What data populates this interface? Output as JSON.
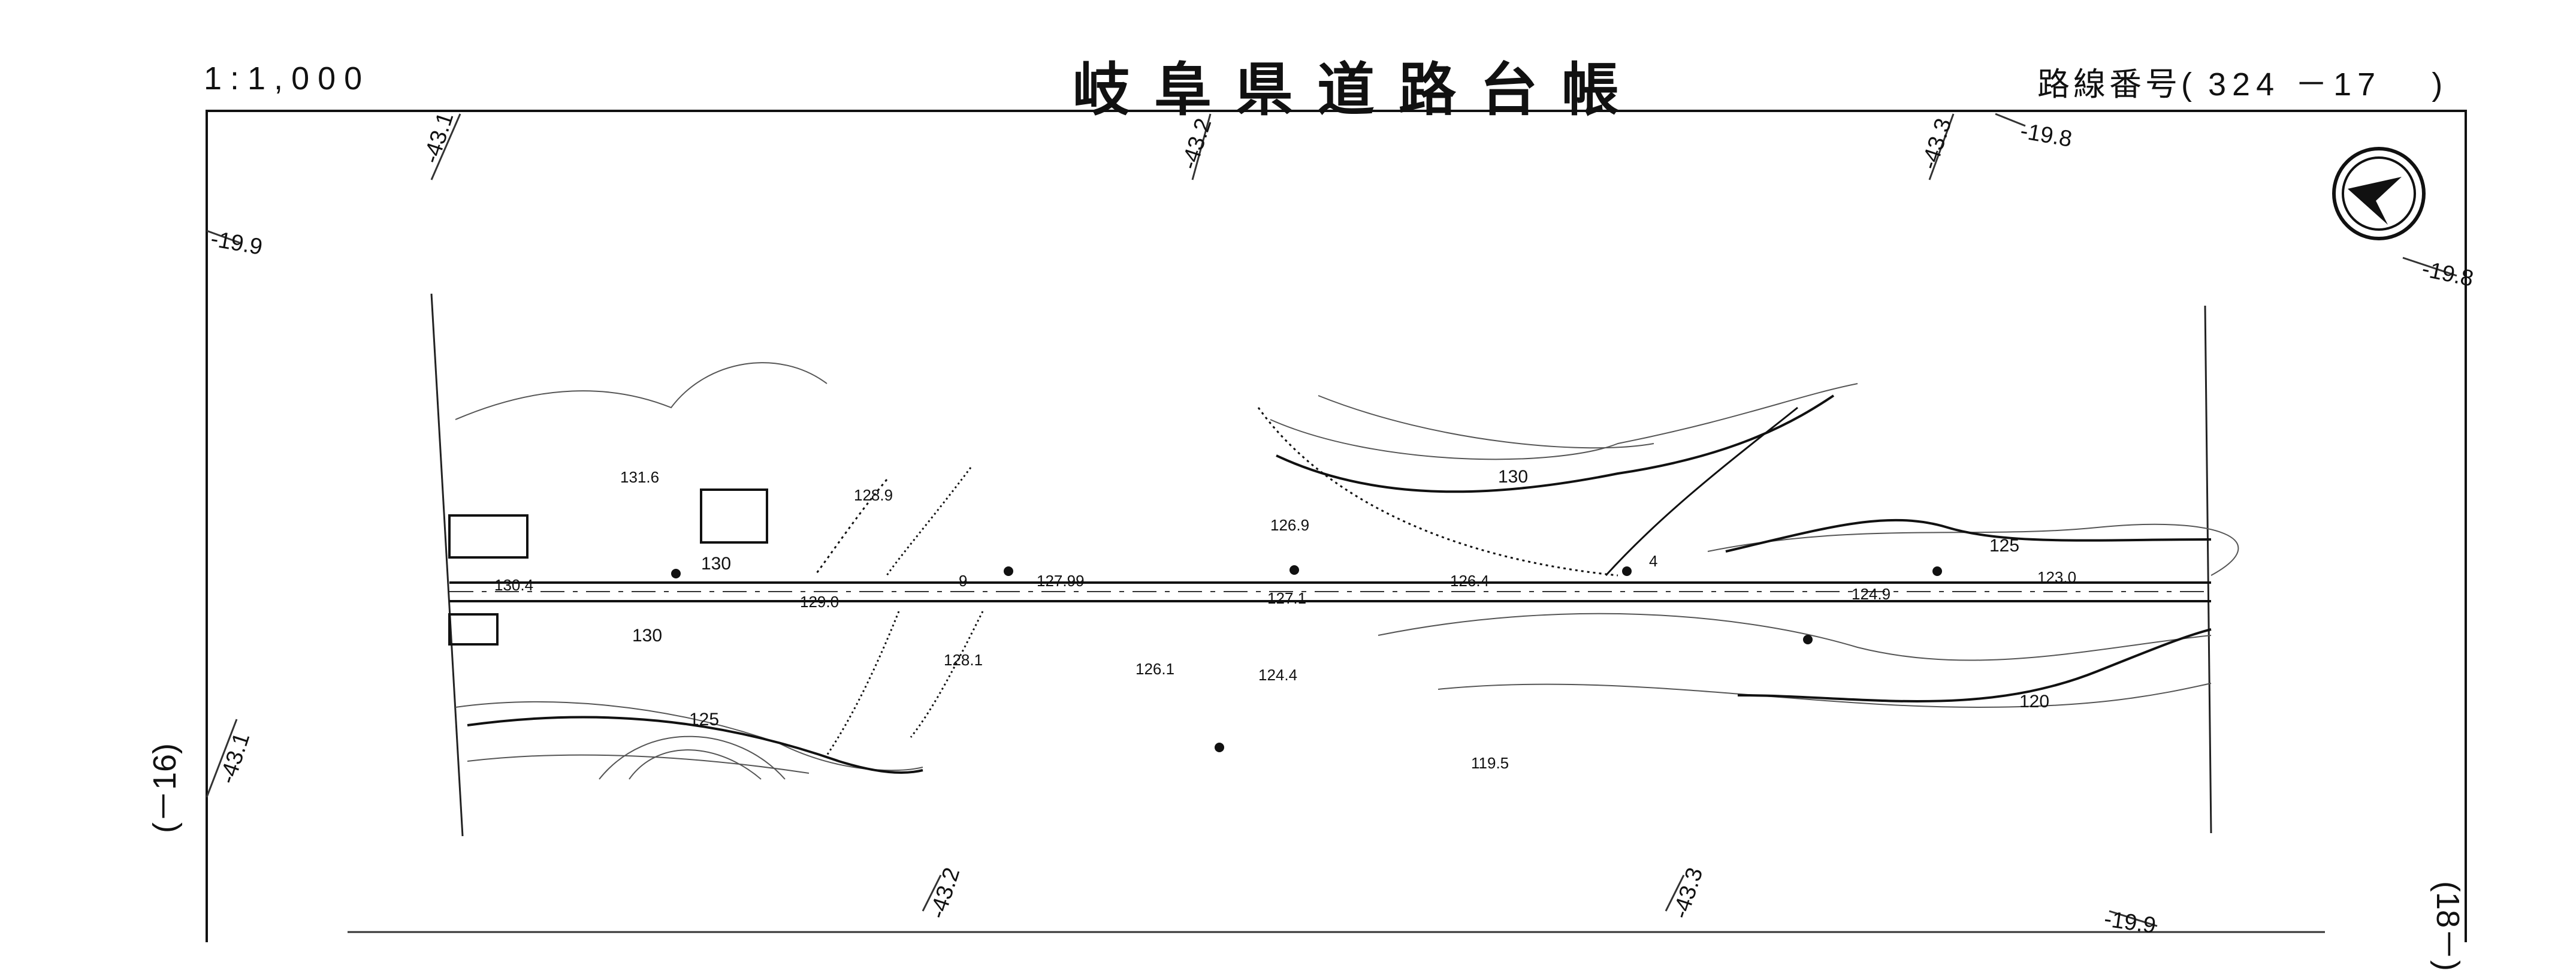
{
  "header": {
    "scale": "1:1,000",
    "title": "岐阜県道路台帳",
    "route_label": "路線番号",
    "route_open": "(",
    "route_number": "324 －17",
    "route_close": ")"
  },
  "side": {
    "left_sheet": "(－16)",
    "right_sheet": "(18－)"
  },
  "grid_labels": {
    "top": [
      "-43.1",
      "-43.2",
      "-43.3",
      "-19.8"
    ],
    "left": [
      "-19.9",
      "-43.1"
    ],
    "right": [
      "-19.8"
    ],
    "bottom": [
      "-43.2",
      "-43.3",
      "-19.9"
    ]
  },
  "contour_labels": [
    "130",
    "130",
    "130",
    "125",
    "125",
    "120"
  ],
  "spot_heights": [
    "131.6",
    "128.9",
    "130.4",
    "129.0",
    "128.1",
    "126.1",
    "127.99",
    "127.1",
    "126.9",
    "126.4",
    "124.4",
    "124.9",
    "123.0",
    "119.5"
  ],
  "markers": {
    "bench_label": "4",
    "route_mark": "9"
  },
  "north_arrow": "north-arrow-icon"
}
